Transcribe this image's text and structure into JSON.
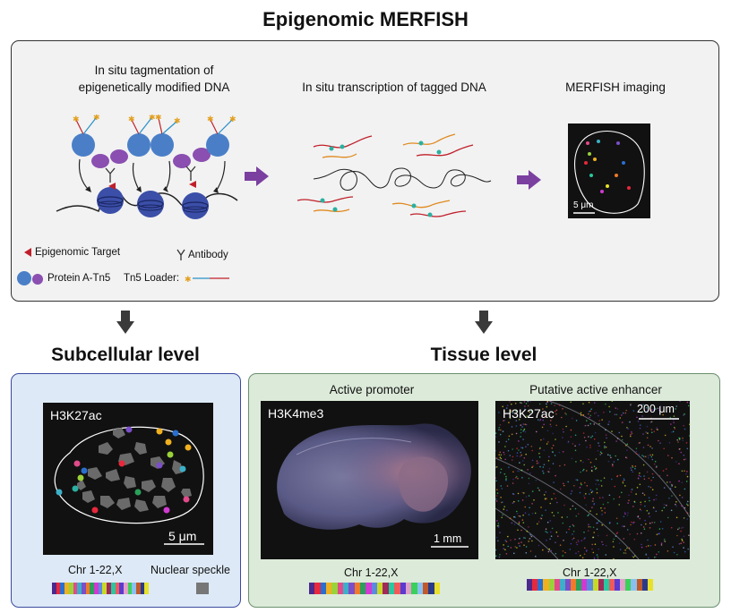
{
  "title": "Epigenomic MERFISH",
  "steps": {
    "step1": "In situ tagmentation of\nepigenetically modified DNA",
    "step1_line1": "In situ tagmentation of",
    "step1_line2": "epigenetically modified DNA",
    "step2": "In situ transcription of tagged DNA",
    "step3": "MERFISH imaging"
  },
  "scale_bars": {
    "merfish": "5 μm",
    "subcellular": "5 μm",
    "tissue_left": "1 mm",
    "tissue_right": "200 μm"
  },
  "legend": {
    "epigenomic_target": "Epigenomic Target",
    "antibody": "Antibody",
    "protein_a_tn5": "Protein A-Tn5",
    "tn5_loader": "Tn5 Loader:"
  },
  "sections": {
    "subcellular": "Subcellular level",
    "tissue": "Tissue level"
  },
  "subcellular_panel": {
    "mark": "H3K27ac",
    "chr_label": "Chr 1-22,X",
    "speckle_label": "Nuclear speckle"
  },
  "tissue_panels": {
    "left_heading": "Active promoter",
    "left_mark": "H3K4me3",
    "left_chr": "Chr 1-22,X",
    "right_heading": "Putative active enhancer",
    "right_mark": "H3K27ac",
    "right_chr": "Chr 1-22,X"
  },
  "colors": {
    "arrow_purple": "#7b3fa0",
    "nucleosome_blue": "#3b4fa8",
    "protein_a": "#4a7fc8",
    "tn5_purple": "#8a4fb0",
    "target_red": "#c0202a",
    "speckle_gray": "#777777"
  },
  "chromosome_palette": [
    "#4b2a8c",
    "#e8283c",
    "#2a6fd0",
    "#f0b020",
    "#9ad23a",
    "#e24a8a",
    "#3bb0c8",
    "#7a4fc8",
    "#f07a2a",
    "#2aa05a",
    "#d03ad0",
    "#5a8ae0",
    "#c8d828",
    "#a02a5a",
    "#28c8a0",
    "#f05a5a",
    "#5a3ad0",
    "#e0a0c8",
    "#3ad05a",
    "#8ac0f0",
    "#c05a2a",
    "#2a3a8a",
    "#e8e02a"
  ]
}
